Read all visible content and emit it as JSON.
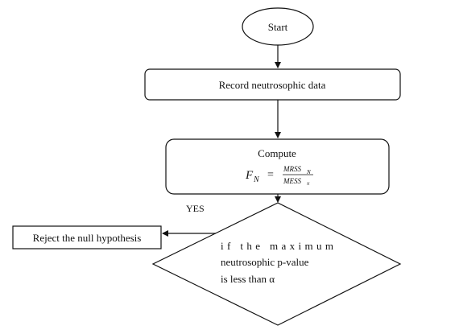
{
  "diagram": {
    "nodes": {
      "start": {
        "shape": "ellipse",
        "label": "Start"
      },
      "record": {
        "shape": "rounded-rectangle",
        "label": "Record neutrosophic data"
      },
      "compute": {
        "shape": "rounded-rectangle",
        "label": "Compute",
        "formula": {
          "lhs": "F",
          "lhs_sub": "N",
          "equals": "=",
          "numerator": "MRSS",
          "numerator_sub": "N",
          "denominator": "MESS",
          "denominator_sub": "N"
        }
      },
      "decision": {
        "shape": "diamond",
        "lines": [
          "if the maximum",
          "neutrosophic p-value",
          "is less than  α"
        ]
      },
      "reject": {
        "shape": "rectangle",
        "label": "Reject the null hypothesis"
      }
    },
    "edges": [
      {
        "from": "start",
        "to": "record"
      },
      {
        "from": "record",
        "to": "compute"
      },
      {
        "from": "compute",
        "to": "decision"
      },
      {
        "from": "decision",
        "to": "reject",
        "label": "YES"
      }
    ]
  }
}
